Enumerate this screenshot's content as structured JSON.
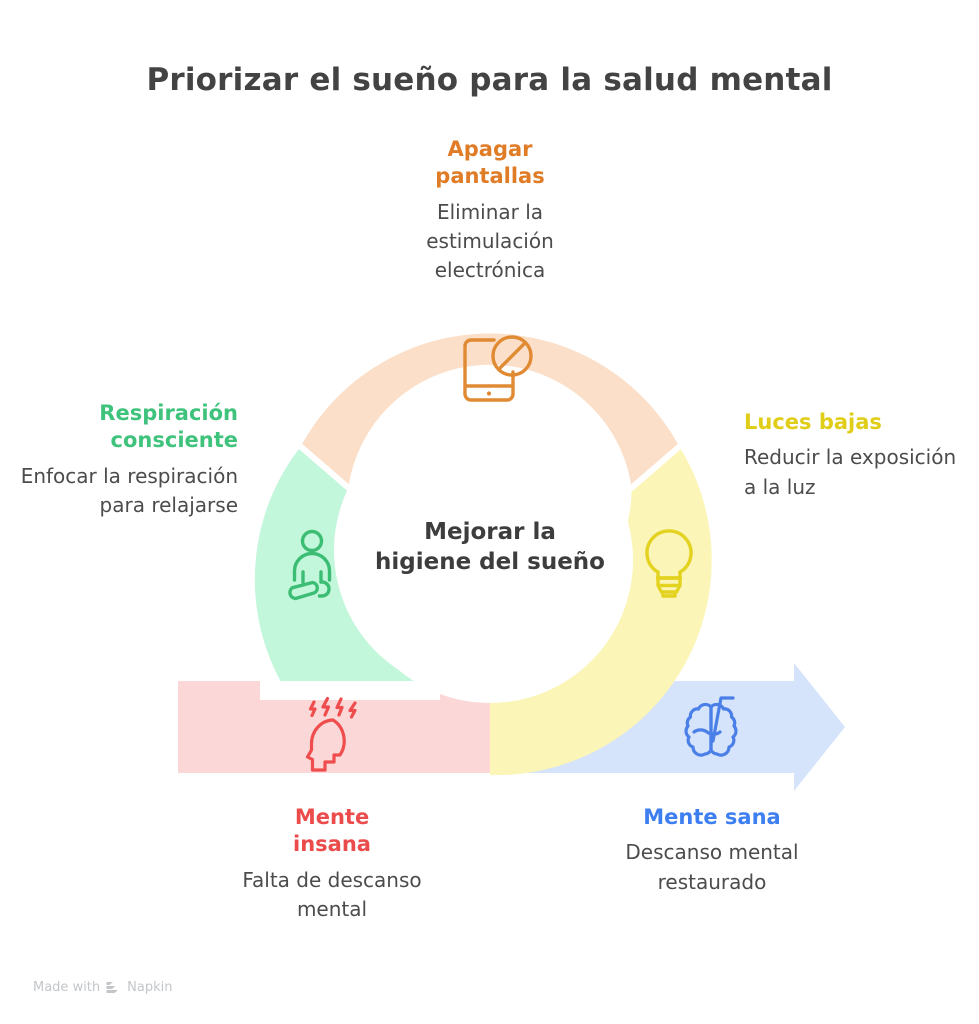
{
  "title": "Priorizar el sueño para la salud mental",
  "center": {
    "line1": "Mejorar la",
    "line2": "higiene del sueño"
  },
  "watermark": {
    "prefix": "Made with",
    "brand": "Napkin",
    "logo_icon": "napkin-chevrons-icon"
  },
  "colors": {
    "orange_fill": "#fbdfc8",
    "orange_stroke": "#e08a33",
    "orange_text": "#e07b26",
    "green_fill": "#c3f7dc",
    "green_stroke": "#3bbd74",
    "green_text": "#3fc37c",
    "yellow_fill": "#fbf5b8",
    "yellow_stroke": "#e3d21f",
    "yellow_text": "#e0cd17",
    "pink_fill": "#fbd7d7",
    "pink_stroke": "#ef4d4d",
    "pink_text": "#ec4b4b",
    "blue_fill": "#d5e3fb",
    "blue_stroke": "#4a7fe8",
    "blue_text": "#3d7ef0",
    "title_text": "#434343",
    "body_text": "#4c4c4c",
    "background": "#ffffff"
  },
  "chart_data": {
    "type": "pie",
    "title": "Priorizar el sueño para la salud mental",
    "center_label": "Mejorar la higiene del sueño",
    "legend_position": "around",
    "segments": [
      {
        "label": "Apagar pantallas",
        "description": "Eliminar la estimulación electrónica",
        "color": "#fbdfc8",
        "icon": "phone-blocked-icon",
        "start_angle_deg": -62,
        "end_angle_deg": 62,
        "sweep_deg": 124,
        "position": "top"
      },
      {
        "label": "Respiración consciente",
        "description": "Enfocar la respiración para relajarse",
        "color": "#c3f7dc",
        "icon": "meditation-person-icon",
        "start_angle_deg": 180,
        "end_angle_deg": 298,
        "sweep_deg": 118,
        "position": "left"
      },
      {
        "label": "Luces bajas",
        "description": "Reducir la exposición a la luz",
        "color": "#fbf5b8",
        "icon": "lightbulb-icon",
        "start_angle_deg": 62,
        "end_angle_deg": 180,
        "sweep_deg": 118,
        "position": "right"
      }
    ],
    "arrow_flow": {
      "type": "bar",
      "direction": "left-to-right",
      "steps": [
        {
          "label": "Mente insana",
          "description": "Falta de descanso mental",
          "color": "#fbd7d7",
          "icon": "stressed-head-icon",
          "position": "left"
        },
        {
          "label": "Mente sana",
          "description": "Descanso mental restaurado",
          "color": "#d5e3fb",
          "icon": "brain-straw-icon",
          "position": "right"
        }
      ]
    }
  },
  "callouts": {
    "screens": {
      "title": "Apagar\npantallas",
      "title_line1": "Apagar",
      "title_line2": "pantallas",
      "description": "Eliminar la estimulación electrónica"
    },
    "breathing": {
      "title_line1": "Respiración",
      "title_line2": "consciente",
      "description": "Enfocar la respiración para relajarse"
    },
    "lights": {
      "title_line1": "Luces bajas",
      "description": "Reducir la exposición a la luz"
    },
    "unhealthy": {
      "title_line1": "Mente",
      "title_line2": "insana",
      "description": "Falta de descanso mental"
    },
    "healthy": {
      "title_line1": "Mente sana",
      "description": "Descanso mental restaurado"
    }
  },
  "icons": {
    "screens": "phone-blocked-icon",
    "breathing": "meditation-person-icon",
    "lights": "lightbulb-icon",
    "unhealthy": "stressed-head-icon",
    "healthy": "brain-straw-icon"
  }
}
